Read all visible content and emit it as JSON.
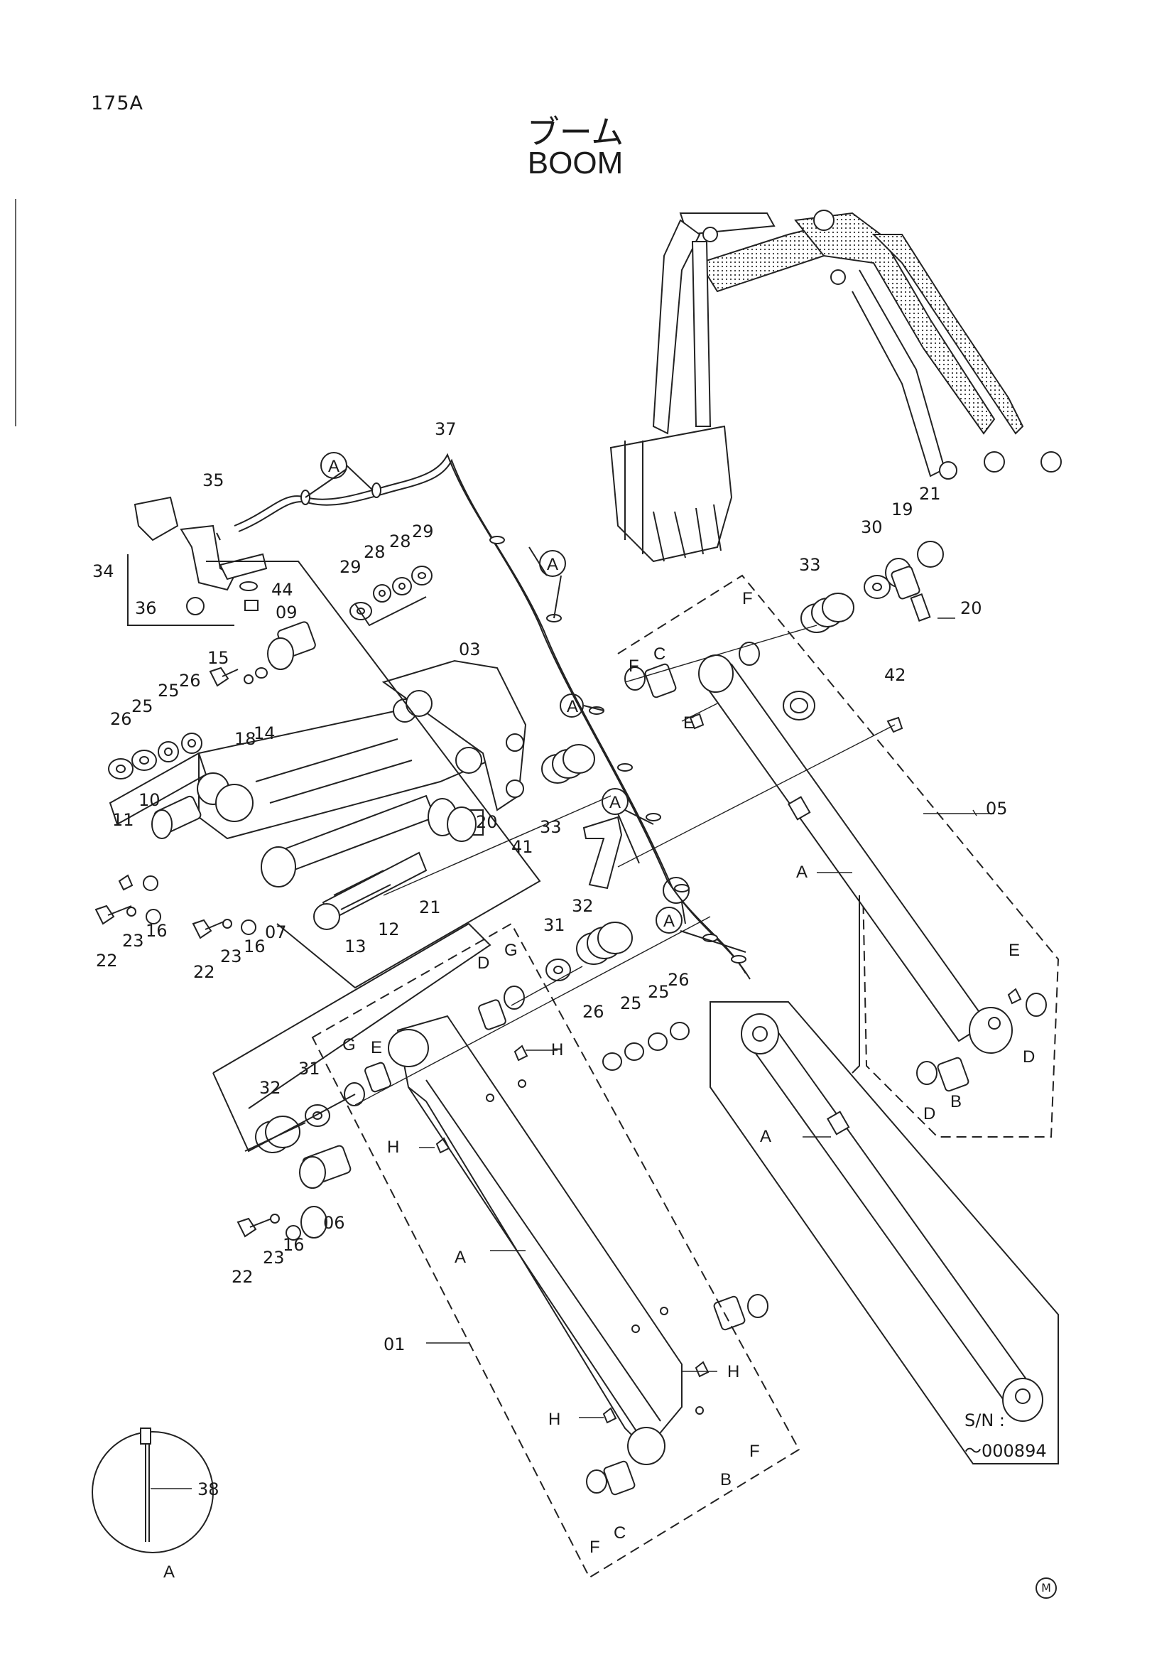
{
  "header": {
    "page_id": "175A",
    "title_jp": "ブーム",
    "title_en": "BOOM"
  },
  "serial": {
    "label": "S/N :",
    "value": "～000894"
  },
  "footer_mark": "M",
  "callouts": {
    "c01": "01",
    "c03": "03",
    "c05": "05",
    "c06": "06",
    "c07": "07",
    "c09": "09",
    "c10": "10",
    "c11": "11",
    "c12": "12",
    "c13": "13",
    "c14": "14",
    "c15": "15",
    "c16a": "16",
    "c16b": "16",
    "c16c": "16",
    "c18": "18",
    "c19": "19",
    "c20a": "20",
    "c20b": "20",
    "c21a": "21",
    "c21b": "21",
    "c22a": "22",
    "c22b": "22",
    "c22c": "22",
    "c23a": "23",
    "c23b": "23",
    "c23c": "23",
    "c25a": "25",
    "c25b": "25",
    "c25c": "25",
    "c26a": "26",
    "c26b": "26",
    "c26c": "26",
    "c26d": "26",
    "c25d": "25",
    "c28a": "28",
    "c28b": "28",
    "c29a": "29",
    "c29b": "29",
    "c30": "30",
    "c31a": "31",
    "c31b": "31",
    "c32a": "32",
    "c32b": "32",
    "c33a": "33",
    "c33b": "33",
    "c34": "34",
    "c35": "35",
    "c36": "36",
    "c37": "37",
    "c38": "38",
    "c41": "41",
    "c42": "42",
    "c44": "44"
  },
  "letters": {
    "A1": "A",
    "A2": "A",
    "A3": "A",
    "A4": "A",
    "A5": "A",
    "A6": "A",
    "A7": "A",
    "A8": "A",
    "A9": "A",
    "B1": "B",
    "B2": "B",
    "C1": "C",
    "C2": "C",
    "D1": "D",
    "D2": "D",
    "D3": "D",
    "E1": "E",
    "E2": "E",
    "E3": "E",
    "F1": "F",
    "F2": "F",
    "F3": "F",
    "F4": "F",
    "G1": "G",
    "G2": "G",
    "H1": "H",
    "H2": "H",
    "H3": "H",
    "H4": "H"
  }
}
